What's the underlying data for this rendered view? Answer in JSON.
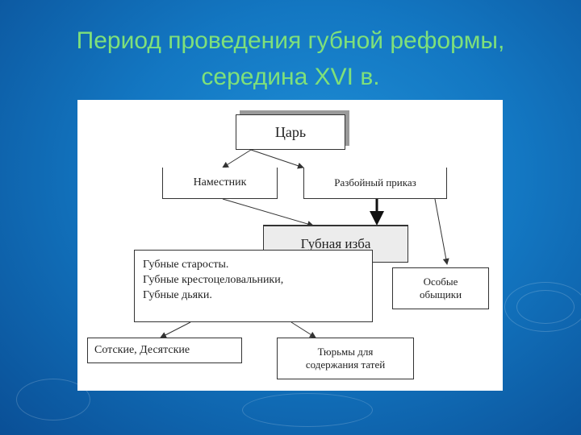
{
  "slide": {
    "title_line1": "Период проведения губной реформы,",
    "title_line2": "середина XVI в."
  },
  "diagram": {
    "tsar": "Царь",
    "namestnik": "Наместник",
    "razboyny_prikaz": "Разбойный приказ",
    "gubnaya_izba": "Губная изба",
    "gubnye_officials": [
      "Губные старосты.",
      "Губные крестоцеловальники,",
      "Губные дьяки."
    ],
    "osobye_obyschiki": [
      "Особые",
      "обыщики"
    ],
    "sotskie": "Сотские, Десятские",
    "tyurmy": [
      "Тюрьмы для",
      "содержания татей"
    ]
  },
  "colors": {
    "background": "#1377c2",
    "title": "#7fe07a",
    "panel": "#ffffff",
    "shadow": "#9a9a9a",
    "izba_fill": "#ececec"
  }
}
